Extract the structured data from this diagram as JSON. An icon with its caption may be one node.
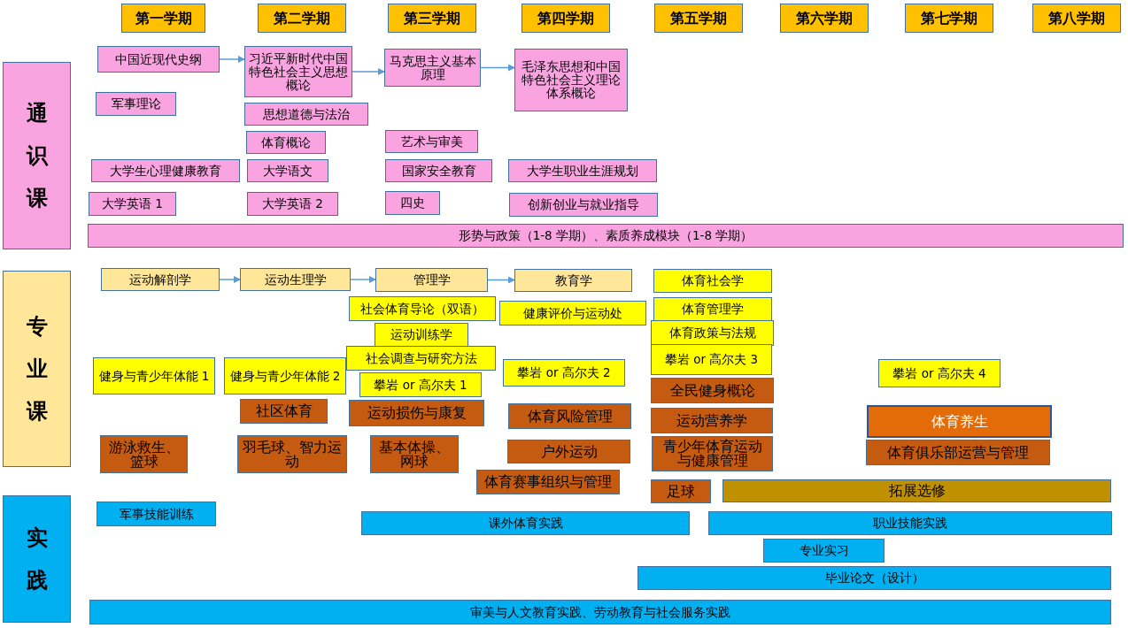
{
  "diagram": {
    "nodes": [
      {
        "text": [
          "第一学期"
        ]
      },
      {
        "text": [
          "第二学期"
        ]
      },
      {
        "text": [
          "第三学期"
        ]
      },
      {
        "text": [
          "第四学期"
        ]
      },
      {
        "text": [
          "第五学期"
        ]
      },
      {
        "text": [
          "第六学期"
        ]
      },
      {
        "text": [
          "第七学期"
        ]
      },
      {
        "text": [
          "第八学期"
        ]
      },
      {
        "text": [
          "通识课"
        ]
      },
      {
        "text": [
          "中国近现代史纲"
        ]
      },
      {
        "text": [
          "习近平新时代中国特色社会主义思想概论"
        ]
      },
      {
        "text": [
          "马克思主义基本原理"
        ]
      },
      {
        "text": [
          "毛泽东思想和中国特色社会主义理论体系概论"
        ]
      },
      {
        "text": [
          "军事理论"
        ]
      },
      {
        "text": [
          "思想道德与法治"
        ]
      },
      {
        "text": [
          "体育概论"
        ]
      },
      {
        "text": [
          "艺术与审美"
        ]
      },
      {
        "text": [
          "大学生心理健康教育"
        ]
      },
      {
        "text": [
          "大学语文"
        ]
      },
      {
        "text": [
          "国家安全教育"
        ]
      },
      {
        "text": [
          "大学生职业生涯规划"
        ]
      },
      {
        "text": [
          "大学英语 1"
        ]
      },
      {
        "text": [
          "大学英语 2"
        ]
      },
      {
        "text": [
          "四史"
        ]
      },
      {
        "text": [
          "创新创业与就业指导"
        ]
      },
      {
        "text": [
          "形势与政策（1-8 学期）、素质养成模块（1-8 学期）"
        ]
      },
      {
        "text": [
          "专业课"
        ]
      },
      {
        "text": [
          "运动解剖学"
        ]
      },
      {
        "text": [
          "运动生理学"
        ]
      },
      {
        "text": [
          "管理学"
        ]
      },
      {
        "text": [
          "教育学"
        ]
      },
      {
        "text": [
          "体育社会学"
        ]
      },
      {
        "text": [
          "社会体育导论（双语）"
        ]
      },
      {
        "text": [
          "健康评价与运动处"
        ]
      },
      {
        "text": [
          "体育管理学"
        ]
      },
      {
        "text": [
          "运动训练学"
        ]
      },
      {
        "text": [
          "体育政策与法规"
        ]
      },
      {
        "text": [
          "社会调查与研究方法"
        ]
      },
      {
        "text": [
          "健身与青少年体能 1"
        ]
      },
      {
        "text": [
          "健身与青少年体能 2"
        ]
      },
      {
        "text": [
          "攀岩 or 高尔夫 2"
        ]
      },
      {
        "text": [
          "攀岩 or 高尔夫 3"
        ]
      },
      {
        "text": [
          "攀岩 or 高尔夫 1"
        ]
      },
      {
        "text": [
          "攀岩 or 高尔夫 4"
        ]
      },
      {
        "text": [
          "全民健身概论"
        ]
      },
      {
        "text": [
          "社区体育"
        ]
      },
      {
        "text": [
          "运动损伤与康复"
        ]
      },
      {
        "text": [
          "体育风险管理"
        ]
      },
      {
        "text": [
          "运动营养学"
        ]
      },
      {
        "text": [
          "体育养生"
        ]
      },
      {
        "text": [
          "游泳救生、篮球"
        ]
      },
      {
        "text": [
          "羽毛球、智力运动"
        ]
      },
      {
        "text": [
          "基本体操、网球"
        ]
      },
      {
        "text": [
          "户外运动"
        ]
      },
      {
        "text": [
          "青少年体育运动与健康管理"
        ]
      },
      {
        "text": [
          "体育俱乐部运营与管理"
        ]
      },
      {
        "text": [
          "体育赛事组织与管理"
        ]
      },
      {
        "text": [
          "足球"
        ]
      },
      {
        "text": [
          "拓展选修"
        ]
      },
      {
        "text": [
          "实践"
        ]
      },
      {
        "text": [
          "军事技能训练"
        ]
      },
      {
        "text": [
          "课外体育实践"
        ]
      },
      {
        "text": [
          "职业技能实践"
        ]
      },
      {
        "text": [
          "专业实习"
        ]
      },
      {
        "text": [
          "毕业论文（设计）"
        ]
      },
      {
        "text": [
          "审美与人文教育实践、劳动教育与社会服务实践"
        ]
      }
    ],
    "edges": [
      {
        "from": 9,
        "to": 10,
        "arrow": "to"
      },
      {
        "from": 10,
        "to": 11,
        "arrow": "to"
      },
      {
        "from": 11,
        "to": 12,
        "arrow": "to"
      },
      {
        "from": 27,
        "to": 28,
        "arrow": "to"
      },
      {
        "from": 28,
        "to": 29,
        "arrow": "to"
      },
      {
        "from": 29,
        "to": 30,
        "arrow": "to"
      }
    ]
  }
}
